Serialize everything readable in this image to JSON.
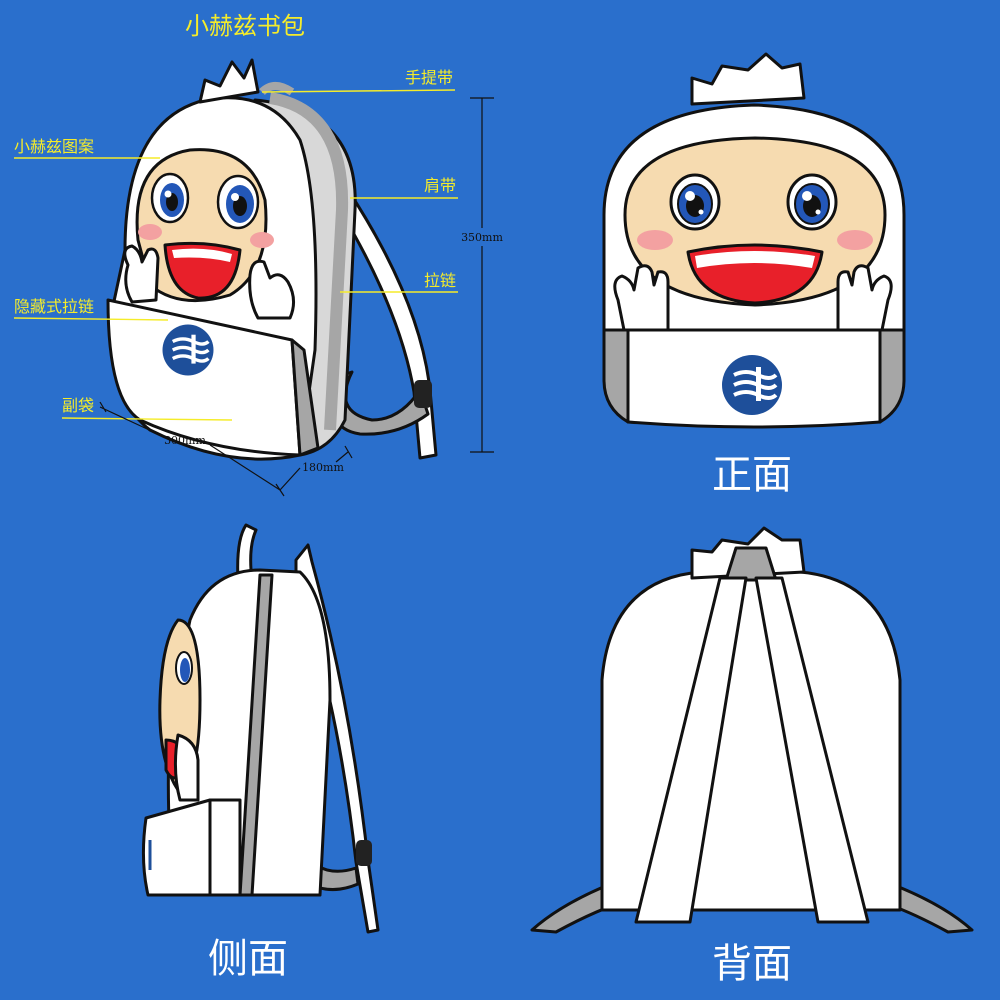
{
  "title": "小赫兹书包",
  "labels": {
    "handle": "手提带",
    "pattern": "小赫兹图案",
    "strap": "肩带",
    "zipper": "拉链",
    "hidden_zipper": "隐藏式拉链",
    "side_pocket": "副袋"
  },
  "dimensions": {
    "height": "350mm",
    "width": "300mm",
    "depth": "180mm"
  },
  "views": {
    "front": "正面",
    "side": "侧面",
    "back": "背面"
  },
  "colors": {
    "background": "#2a6fcc",
    "annotation": "#f5ec2a",
    "bag_white": "#ffffff",
    "bag_gray": "#a6a6a6",
    "face_skin": "#f6dbb0",
    "logo_blue": "#1e4f9a",
    "eye_blue": "#2357b8",
    "mouth_red": "#e8202a",
    "cheek_pink": "#f3a1a1"
  }
}
